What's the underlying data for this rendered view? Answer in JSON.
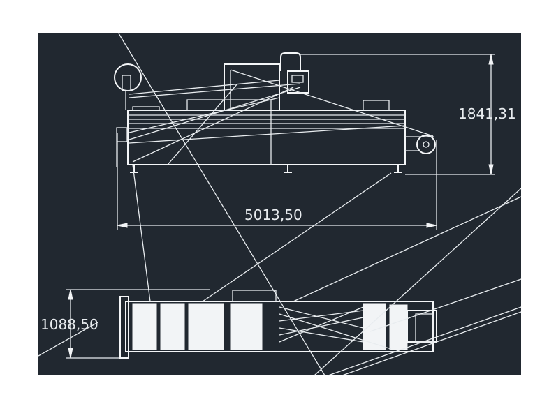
{
  "drawing": {
    "background_color": "#212830",
    "line_color": "#e8ecef",
    "dimensions": {
      "height": "1841,31",
      "length": "5013,50",
      "width": "1088,50"
    }
  }
}
